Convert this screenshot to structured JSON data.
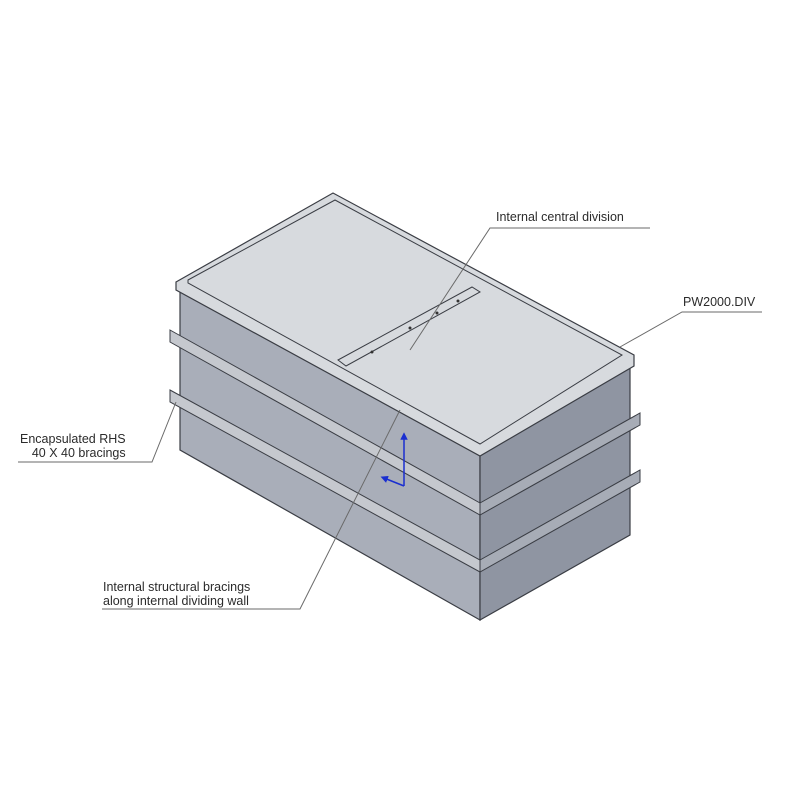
{
  "callouts": {
    "internal_central_division": "Internal central division",
    "model_code": "PW2000.DIV",
    "encapsulated_line1": "Encapsulated RHS",
    "encapsulated_line2": "40 X 40 bracings",
    "internal_bracings_line1": "Internal structural bracings",
    "internal_bracings_line2": "along internal dividing wall"
  },
  "colors": {
    "tank_side": "#a9aeb9",
    "tank_side_dark": "#8f95a2",
    "tank_inner": "#b8bcc4",
    "tank_inner_dark": "#8a8f9a",
    "rim": "#d7dade",
    "outline": "#3a3d44",
    "leader_line": "#6a6a6a",
    "axis_arrow": "#1a2fd0"
  },
  "icons": {
    "axis": "triad-arrow-icon"
  }
}
